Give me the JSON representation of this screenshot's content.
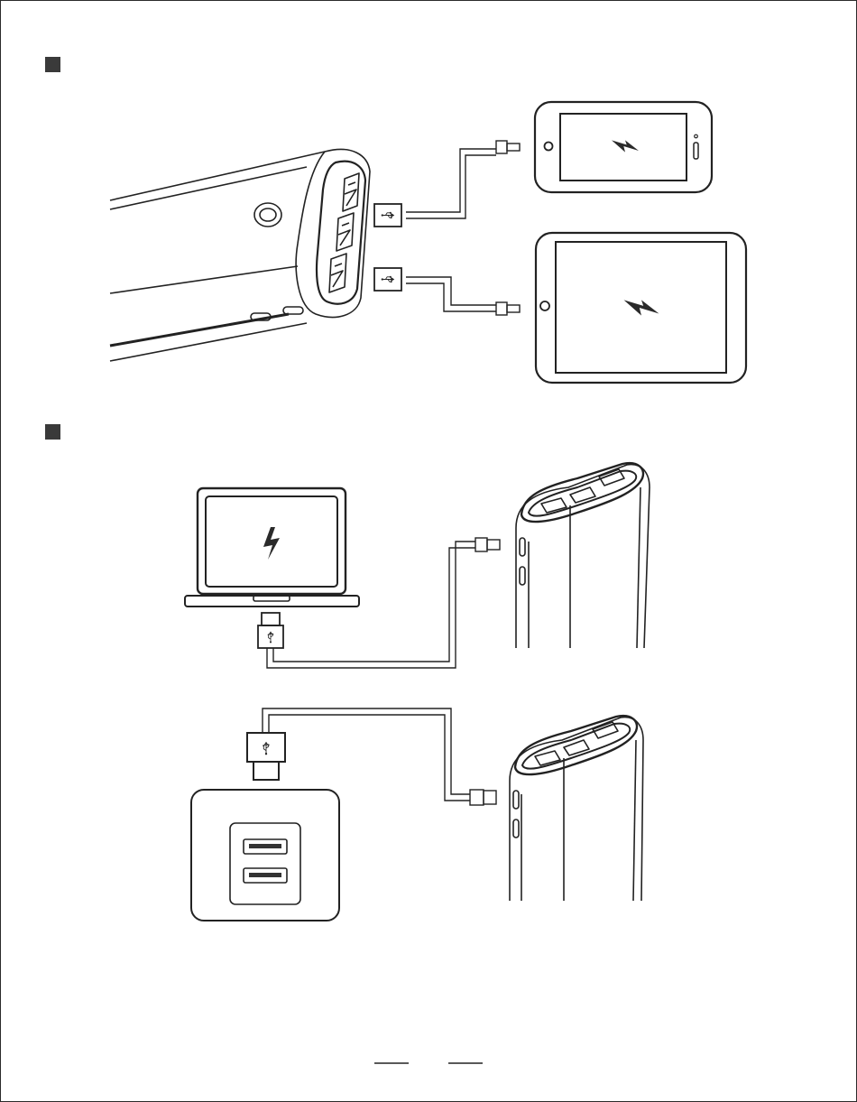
{
  "page": {
    "border_color": "#2b2b2b",
    "line_color": "#222222"
  },
  "sections": [
    {
      "marker": "section-1-marker",
      "marker_color": "#3a3a3a"
    },
    {
      "marker": "section-2-marker",
      "marker_color": "#3a3a3a"
    }
  ],
  "icons": {
    "charge": "lightning-bolt",
    "usb": "usb-trident",
    "home_button": "circle"
  },
  "footer": {
    "left_line": "",
    "right_line": ""
  }
}
